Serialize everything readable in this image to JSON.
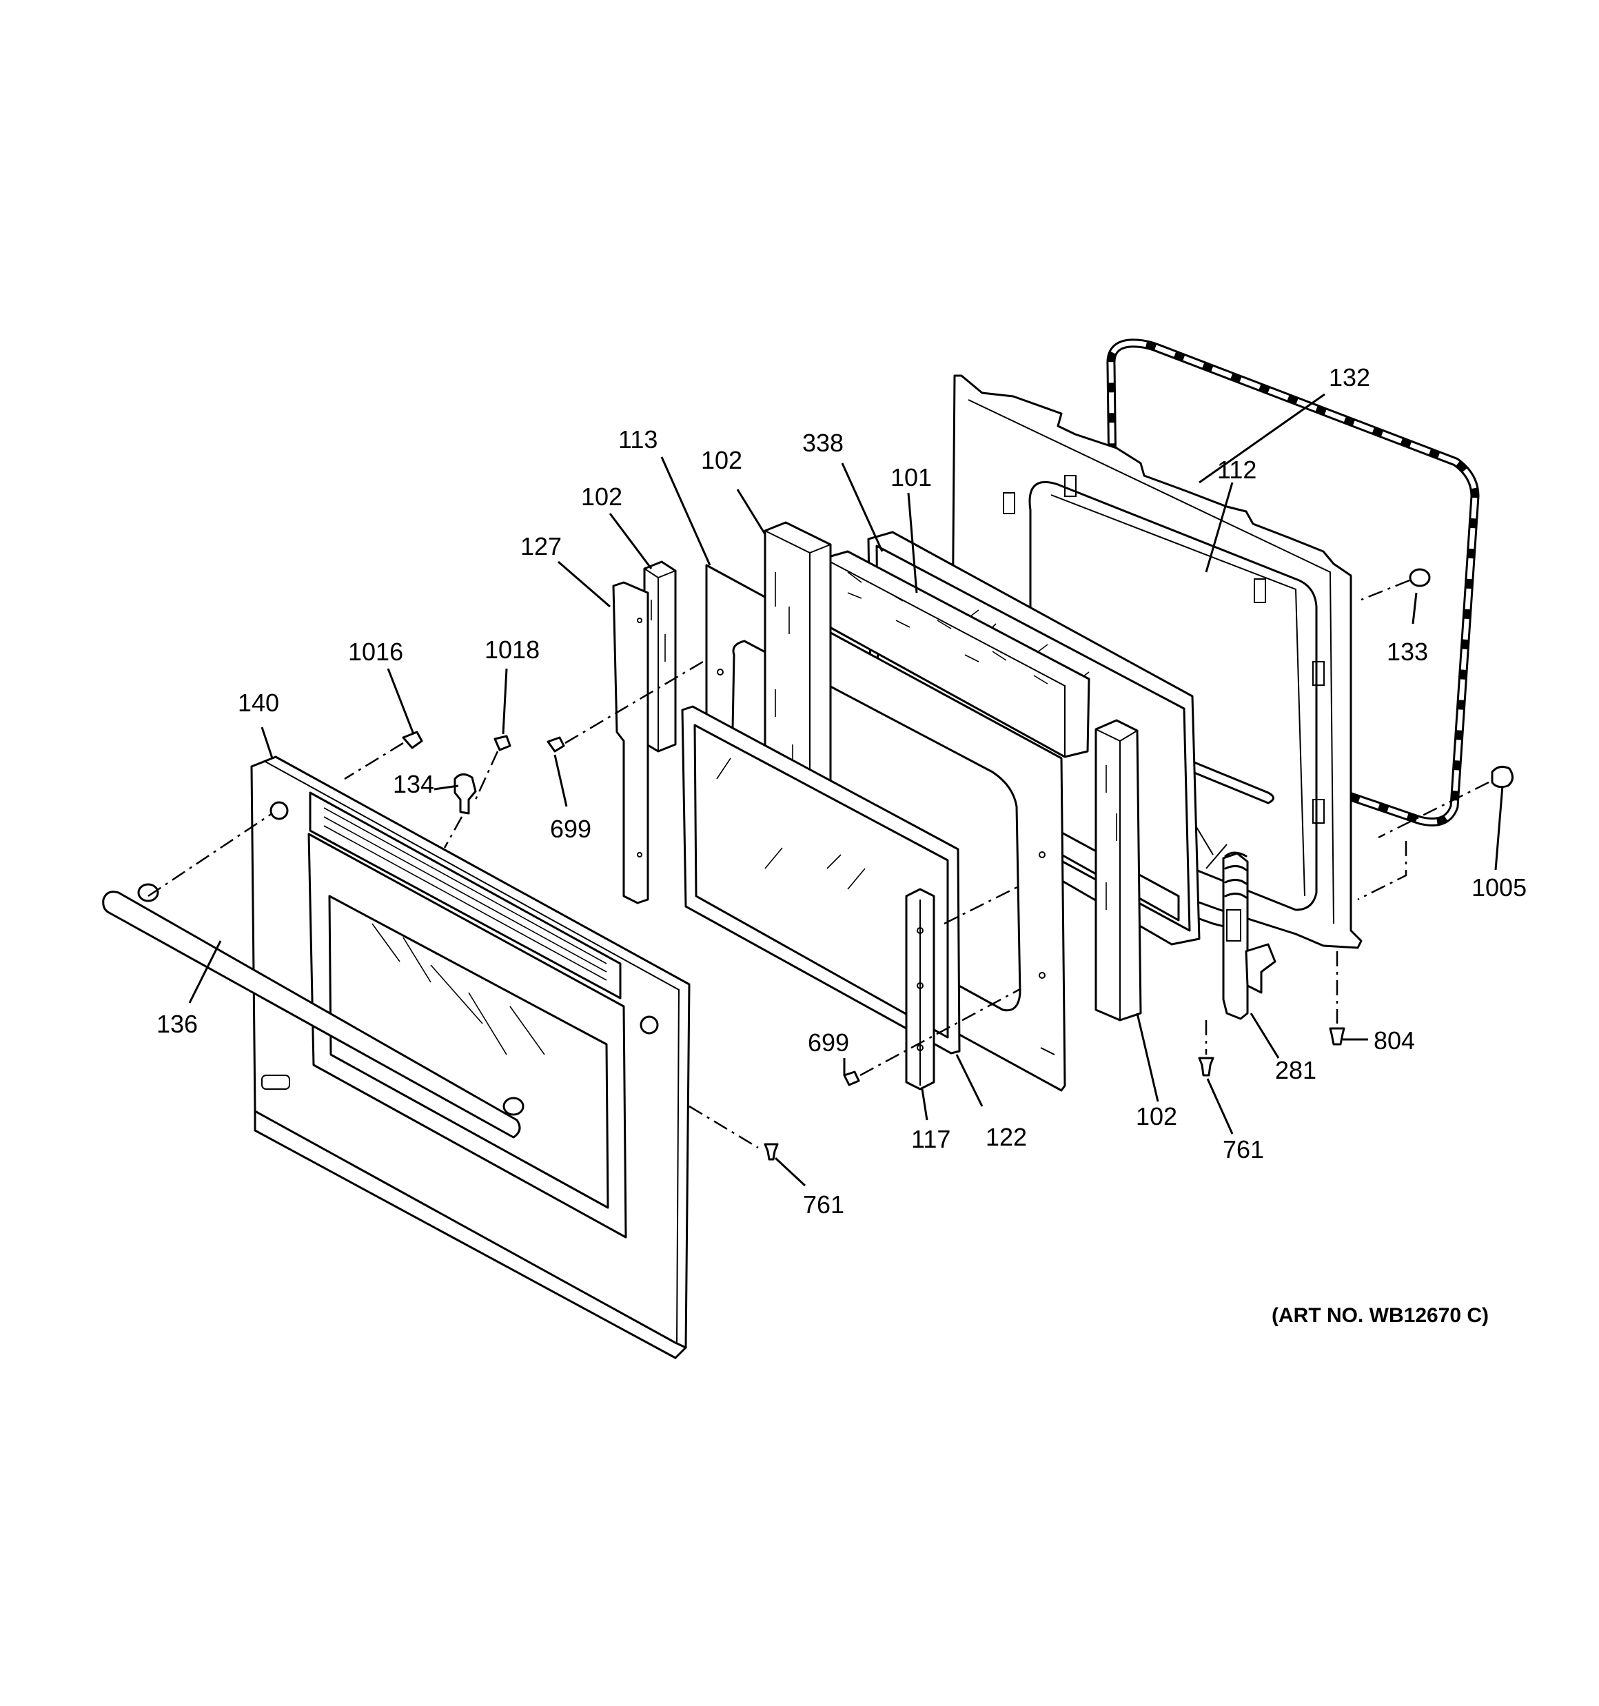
{
  "diagram": {
    "art_number": "(ART NO. WB12670 C)",
    "callouts": {
      "c132": "132",
      "c112": "112",
      "c338": "338",
      "c101": "101",
      "c113": "113",
      "c102_top_center": "102",
      "c102_top_left": "102",
      "c127": "127",
      "c133": "133",
      "c1016": "1016",
      "c1018": "1018",
      "c140": "140",
      "c134": "134",
      "c699_upper": "699",
      "c1005": "1005",
      "c136": "136",
      "c699_lower": "699",
      "c804": "804",
      "c281": "281",
      "c117": "117",
      "c122": "122",
      "c102_bottom": "102",
      "c761_right": "761",
      "c761_left": "761"
    }
  }
}
